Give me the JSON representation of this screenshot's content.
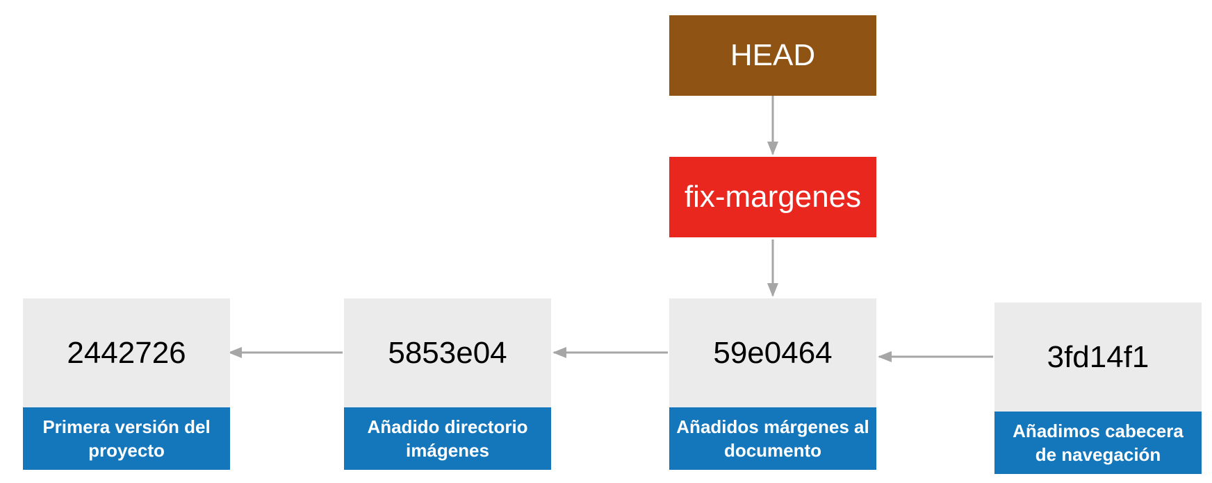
{
  "head": {
    "label": "HEAD",
    "color": "#8f5314"
  },
  "branch": {
    "label": "fix-margenes",
    "color": "#e9271f"
  },
  "commits": [
    {
      "hash": "2442726",
      "message": "Primera versión del proyecto"
    },
    {
      "hash": "5853e04",
      "message": "Añadido directorio imágenes"
    },
    {
      "hash": "59e0464",
      "message": "Añadidos márgenes al documento"
    },
    {
      "hash": "3fd14f1",
      "message": "Añadimos cabecera de navegación"
    }
  ],
  "colors": {
    "commit_hash_bg": "#ebebeb",
    "commit_message_bg": "#1477bc",
    "arrow": "#a6a6a6"
  }
}
